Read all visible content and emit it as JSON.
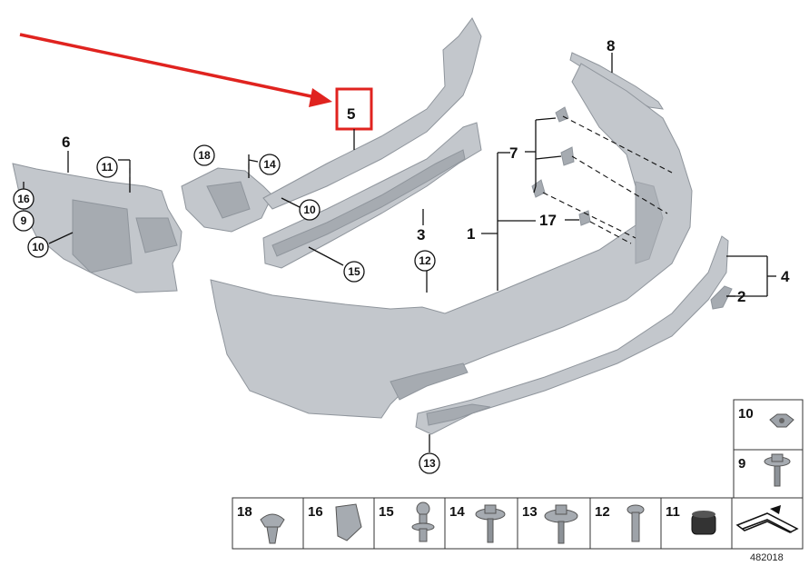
{
  "callouts": {
    "p1": "1",
    "p2": "2",
    "p3": "3",
    "p4": "4",
    "p5": "5",
    "p6": "6",
    "p7": "7",
    "p8": "8",
    "p9": "9",
    "p10": "10",
    "p10b": "10",
    "p10c": "10",
    "p11": "11",
    "p12": "12",
    "p13": "13",
    "p14": "14",
    "p15": "15",
    "p16": "16",
    "p17": "17",
    "p18": "18"
  },
  "fasteners": {
    "right_column": [
      "10",
      "9"
    ],
    "bottom_row": [
      "18",
      "16",
      "15",
      "14",
      "13",
      "12",
      "11"
    ]
  },
  "image_id": "482018",
  "colors": {
    "highlight": "#e0231f",
    "part_fill": "#c3c7cc",
    "arrow": "#e0231f"
  }
}
